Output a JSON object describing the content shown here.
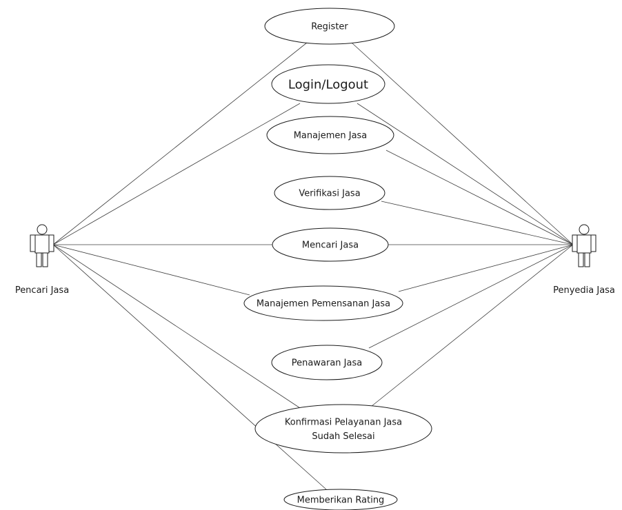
{
  "actors": {
    "left": {
      "label": "Pencari Jasa"
    },
    "right": {
      "label": "Penyedia Jasa"
    }
  },
  "use_cases": [
    {
      "id": "register",
      "lines": [
        "Register"
      ]
    },
    {
      "id": "login-logout",
      "lines": [
        "Login/Logout"
      ]
    },
    {
      "id": "manajemen-jasa",
      "lines": [
        "Manajemen Jasa"
      ]
    },
    {
      "id": "verifikasi-jasa",
      "lines": [
        "Verifikasi Jasa"
      ]
    },
    {
      "id": "mencari-jasa",
      "lines": [
        "Mencari Jasa"
      ]
    },
    {
      "id": "manajemen-pemensanan-jasa",
      "lines": [
        "Manajemen Pemensanan Jasa"
      ]
    },
    {
      "id": "penawaran-jasa",
      "lines": [
        "Penawaran Jasa"
      ]
    },
    {
      "id": "konfirmasi-pelayanan",
      "lines": [
        "Konfirmasi Pelayanan Jasa",
        "Sudah Selesai"
      ]
    },
    {
      "id": "memberikan-rating",
      "lines": [
        "Memberikan Rating"
      ]
    }
  ],
  "associations": {
    "left": [
      "register",
      "login-logout",
      "mencari-jasa",
      "manajemen-pemensanan-jasa",
      "konfirmasi-pelayanan",
      "memberikan-rating"
    ],
    "right": [
      "register",
      "login-logout",
      "manajemen-jasa",
      "verifikasi-jasa",
      "mencari-jasa",
      "manajemen-pemensanan-jasa",
      "penawaran-jasa",
      "konfirmasi-pelayanan"
    ]
  }
}
